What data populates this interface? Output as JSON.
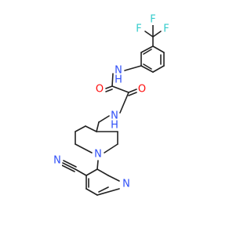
{
  "molecule": {
    "colors": {
      "bond": "#222222",
      "F": "#33cccc",
      "O": "#ff0d0d",
      "N": "#3050f8",
      "background": "#ffffff"
    },
    "atom_labels": {
      "F1": "F",
      "F2": "F",
      "F3": "F",
      "NH_upper": "N",
      "NH_upper_h": "H",
      "O1": "O",
      "O2": "O",
      "NH_lower": "N",
      "NH_lower_h": "H",
      "N_piperidine": "N",
      "N_nitrile": "N",
      "N_pyridine": "N"
    }
  }
}
